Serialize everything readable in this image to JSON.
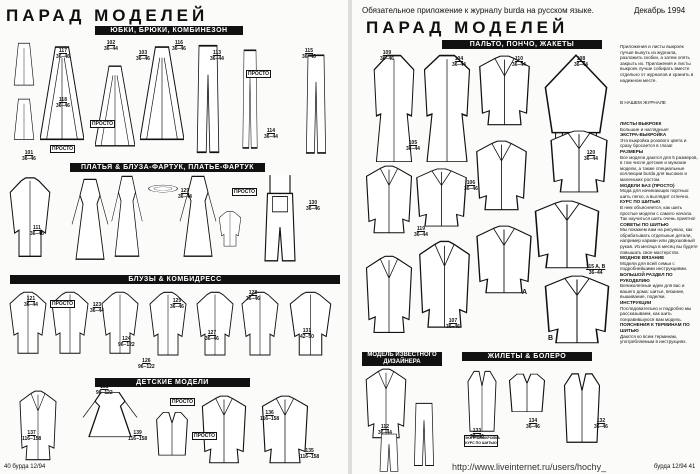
{
  "left": {
    "title": "ПАРАД МОДЕЛЕЙ",
    "bands": {
      "skirts": "ЮБКИ, БРЮКИ, КОМБИНЕЗОН",
      "dresses": "ПЛАТЬЯ & БЛУЗА-ФАРТУК, ПЛАТЬЕ-ФАРТУК",
      "blouses": "БЛУЗЫ & КОМБИДРЕСС",
      "kids": "ДЕТСКИЕ МОДЕЛИ"
    },
    "labels": [
      {
        "n": "117",
        "s": "36–46"
      },
      {
        "n": "118",
        "s": "36–46"
      },
      {
        "n": "102",
        "s": "36–44"
      },
      {
        "n": "103",
        "s": "36–46"
      },
      {
        "n": "116",
        "s": "36–46"
      },
      {
        "n": "113",
        "s": "36–44"
      },
      {
        "n": "114",
        "s": "36–44"
      },
      {
        "n": "115",
        "s": "36–46"
      },
      {
        "n": "101",
        "s": "36–46"
      },
      {
        "n": "111",
        "s": "36–46"
      },
      {
        "n": "129",
        "s": "36–44"
      },
      {
        "n": "130",
        "s": "36–46"
      },
      {
        "n": "121",
        "s": "36–44"
      },
      {
        "n": "123",
        "s": "36–44"
      },
      {
        "n": "124",
        "s": "96–122"
      },
      {
        "n": "125",
        "s": "36–46"
      },
      {
        "n": "127",
        "s": "36–46"
      },
      {
        "n": "128",
        "s": "36–46"
      },
      {
        "n": "131",
        "s": "42–50"
      },
      {
        "n": "126",
        "s": "96–122"
      },
      {
        "n": "137",
        "s": "116–158"
      },
      {
        "n": "138",
        "s": "98–122"
      },
      {
        "n": "139",
        "s": "116–158"
      },
      {
        "n": "136",
        "s": "116–158"
      },
      {
        "n": "135",
        "s": "116–158"
      }
    ],
    "tag": "ПРОСТО",
    "folio": "40 бурда 12/94"
  },
  "right": {
    "header": "Обязательное приложение к журналу burda на русском языке.",
    "date": "Декабрь 1994",
    "title": "ПАРАД МОДЕЛЕЙ",
    "bands": {
      "coats": "ПАЛЬТО, ПОНЧО, ЖАКЕТЫ",
      "vests": "ЖИЛЕТЫ & БОЛЕРО"
    },
    "known_designer": "МОДЕЛЬ ИЗВЕСТНОГО ДИЗАЙНЕРА",
    "course_note": "ЭКСТРАВЫКРОЙКА КУРС ПО ШИТЬЮ",
    "labels": [
      {
        "n": "109",
        "s": "36–46"
      },
      {
        "n": "104",
        "s": "36–44"
      },
      {
        "n": "110",
        "s": "36–44"
      },
      {
        "n": "108",
        "s": "36–44"
      },
      {
        "n": "105",
        "s": "36–44"
      },
      {
        "n": "106",
        "s": "36–46"
      },
      {
        "n": "119",
        "s": "36–44"
      },
      {
        "n": "120",
        "s": "36–44"
      },
      {
        "n": "107",
        "s": "36–46"
      },
      {
        "n": "115 A, B",
        "s": "36–44"
      },
      {
        "n": "133",
        "s": "36–46"
      },
      {
        "n": "134",
        "s": "36–46"
      },
      {
        "n": "132",
        "s": "36–46"
      },
      {
        "n": "112",
        "s": "36–44"
      }
    ],
    "letters": [
      "A",
      "B"
    ],
    "sidebar": {
      "intro": "Приложения и листы выкроек лучше вынуть из журнала, разложить скобки, а затем опять закрыть их. Приложения и листы выкроек лучше собирать вместе отдельно от журналов и хранить в надежном месте.",
      "heading": "В НАШЕМ ЖУРНАЛЕ",
      "items": [
        {
          "h": "ЛИСТЫ ВЫКРОЕК",
          "t": "Большие и наглядные!"
        },
        {
          "h": "ЭКСТРА-ВЫКРОЙКА",
          "t": "Эта выкройка розового цвета и сразу бросается в глаза!"
        },
        {
          "h": "РАЗМЕРЫ",
          "t": "Все модели даются для 5 размеров, в том числе детские и мужские модели, а также специальные коллекции burda для высоких и маленьких ростом."
        },
        {
          "h": "МОДЕЛИ БАЗ (ПРОСТО)",
          "t": "Мода для начинающих портных: шить легко, а выглядит отлично."
        },
        {
          "h": "КУРС ПО ШИТЬЮ",
          "t": "В нем объясняется, как шить простые модели с самого начала. Так научиться шить очень приятно!"
        },
        {
          "h": "СОВЕТЫ ПО ШИТЬЮ",
          "t": "Мы покажем вам на рисунках, как обрабатывать отдельные детали, например карман или двухшовный рукав. Из месяца в месяц вы будете повышать свое мастерство."
        },
        {
          "h": "МОДНОЕ ВЯЗАНИЕ",
          "t": "Модели для всей семьи с подробнейшими инструкциями."
        },
        {
          "h": "БОЛЬШОЙ РАЗДЕЛ ПО РУКОДЕЛИЮ",
          "t": "Великолепные идеи для вас и вашего дома: шитье, вязание, вышивание, поделки."
        },
        {
          "h": "ИНСТРУКЦИИ",
          "t": "Последовательно и подробно мы рассказываем, как шить понравившуюся вам модель."
        },
        {
          "h": "ПОЯСНЕНИЯ К ТЕРМИНАМ ПО ШИТЬЮ",
          "t": "Даются ко всем терминам, употребляемым в инструкциях."
        }
      ]
    },
    "folio": "бурда 12/94 41"
  },
  "watermark": "http://www.liveinternet.ru/users/hochy_"
}
